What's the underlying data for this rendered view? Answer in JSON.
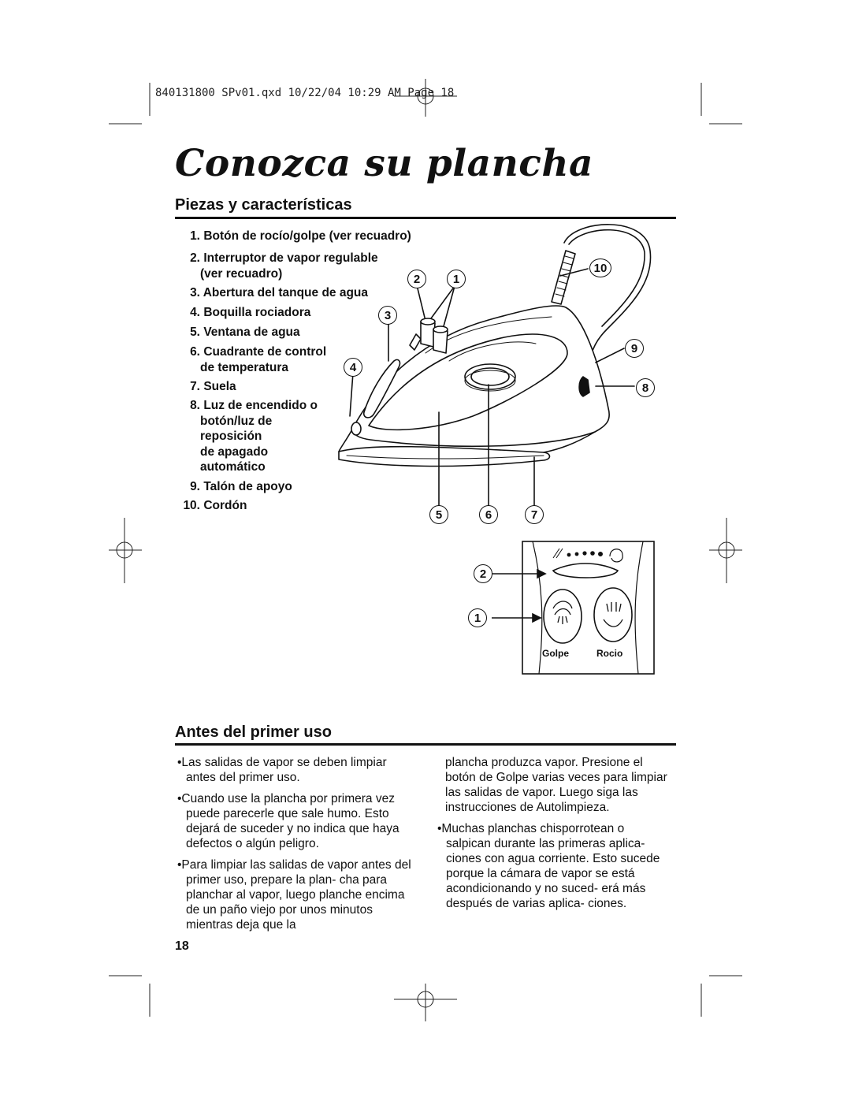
{
  "slug": "840131800 SPv01.qxd  10/22/04  10:29 AM  Page 18",
  "title": "Conozca su plancha",
  "section_parts": {
    "heading": "Piezas y características",
    "items": [
      {
        "num": "1.",
        "text": "Botón de rocío/golpe (ver recuadro)"
      },
      {
        "num": "2.",
        "text": "Interruptor de vapor regulable",
        "cont": [
          "(ver recuadro)"
        ]
      },
      {
        "num": "3.",
        "text": "Abertura del tanque de agua"
      },
      {
        "num": "4.",
        "text": "Boquilla rociadora"
      },
      {
        "num": "5.",
        "text": "Ventana de agua"
      },
      {
        "num": "6.",
        "text": "Cuadrante de control",
        "cont": [
          "de temperatura"
        ]
      },
      {
        "num": "7.",
        "text": "Suela"
      },
      {
        "num": "8.",
        "text": "Luz de encendido o",
        "cont": [
          "botón/luz de",
          "reposición",
          "de apagado",
          "automático"
        ]
      },
      {
        "num": "9.",
        "text": "Talón de apoyo"
      },
      {
        "num": "10.",
        "text": "Cordón"
      }
    ]
  },
  "figure": {
    "callouts": [
      "1",
      "2",
      "3",
      "4",
      "5",
      "6",
      "7",
      "8",
      "9",
      "10"
    ],
    "inset": {
      "callouts": [
        "2",
        "1"
      ],
      "button_labels": [
        "Golpe",
        "Rocio"
      ]
    }
  },
  "section_before_use": {
    "heading": "Antes del primer uso",
    "left_column": [
      "•Las salidas de vapor se deben limpiar antes del primer uso.",
      "•Cuando use la plancha por primera vez puede parecerle que sale humo. Esto dejará de suceder y no indica que haya defectos o algún peligro.",
      "•Para limpiar las salidas de vapor antes del primer uso, prepare la plan- cha para planchar al vapor, luego planche encima de un paño viejo por unos minutos mientras deja que la"
    ],
    "right_column": [
      "plancha produzca vapor. Presione el botón de Golpe varias veces para limpiar las salidas de vapor. Luego siga las instrucciones de Autolimpieza.",
      "•Muchas planchas chisporrotean o salpican durante las primeras aplica- ciones con agua corriente. Esto sucede porque la cámara de vapor se está acondicionando y no suced- erá más después de varias aplica- ciones."
    ]
  },
  "page_number": "18"
}
